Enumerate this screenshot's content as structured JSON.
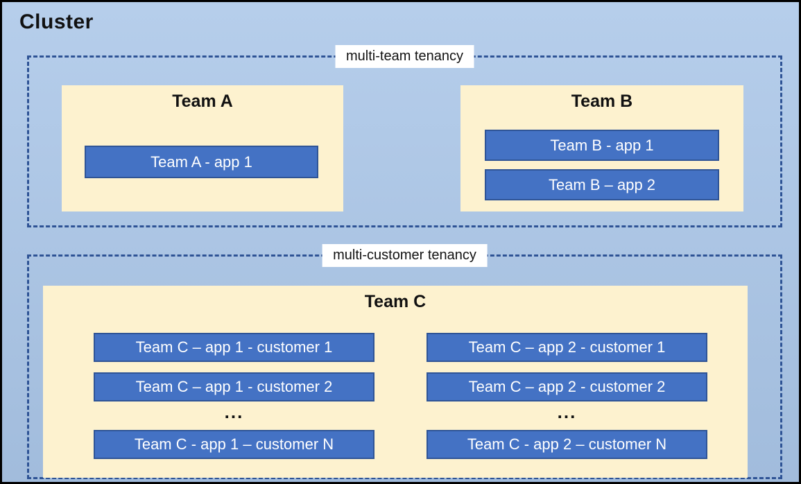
{
  "cluster": {
    "title": "Cluster"
  },
  "multi_team": {
    "label": "multi-team tenancy",
    "team_a": {
      "title": "Team A",
      "apps": [
        "Team A - app 1"
      ]
    },
    "team_b": {
      "title": "Team B",
      "apps": [
        "Team B - app 1",
        "Team B – app 2"
      ]
    }
  },
  "multi_customer": {
    "label": "multi-customer tenancy",
    "team_c": {
      "title": "Team C",
      "ellipsis": "...",
      "col1": {
        "apps": [
          "Team C – app 1 - customer 1",
          "Team C – app 1 - customer 2",
          "Team C - app 1 – customer N"
        ]
      },
      "col2": {
        "apps": [
          "Team C – app 2 - customer 1",
          "Team C – app 2 - customer 2",
          "Team C - app 2 – customer N"
        ]
      }
    }
  },
  "colors": {
    "canvas_background": "#aac6e8",
    "outer_border": "#000000",
    "dashed_border": "#2e5395",
    "team_box_fill": "#fdf2cf",
    "app_box_fill": "#4472c4",
    "app_box_border": "#2f5496",
    "label_background": "#ffffff",
    "title_text": "#111111",
    "app_text": "#ffffff"
  }
}
